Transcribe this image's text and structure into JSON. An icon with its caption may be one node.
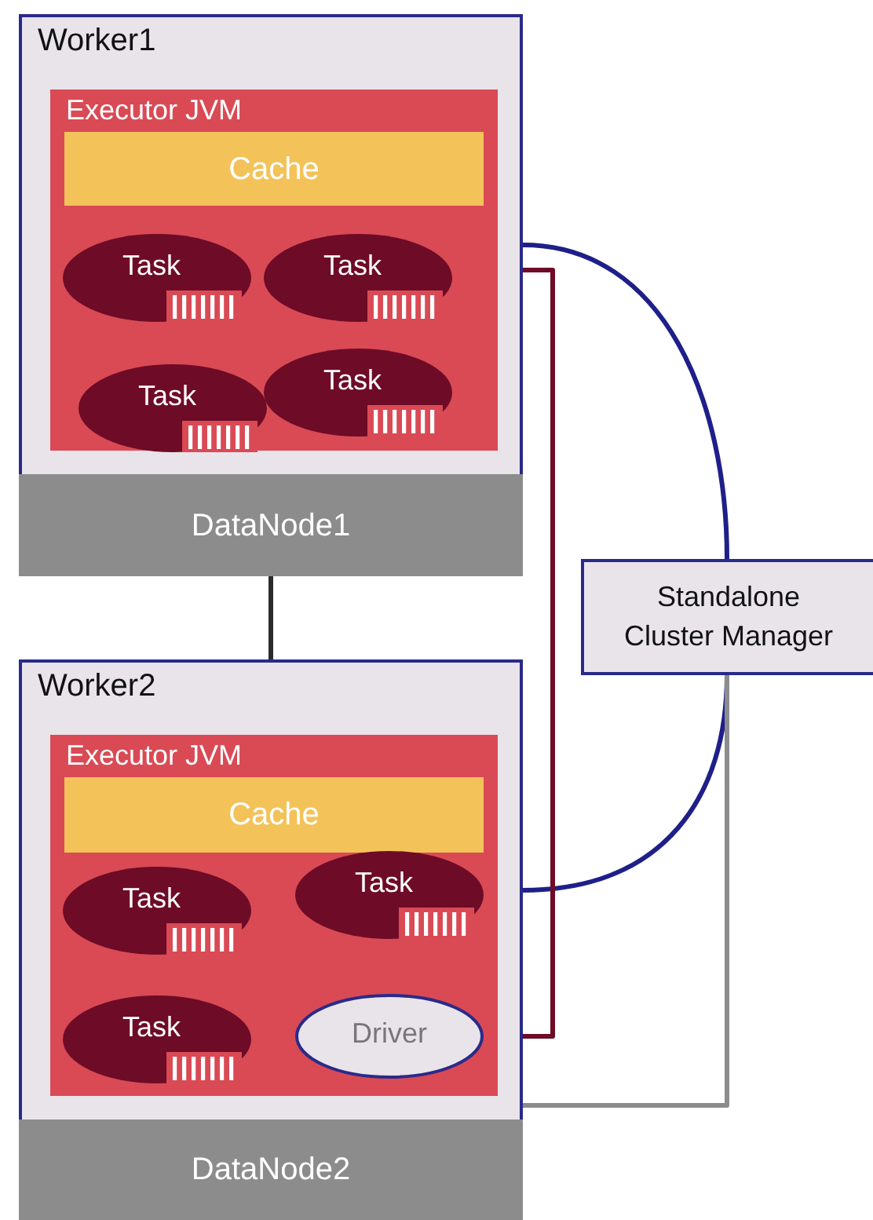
{
  "diagram": {
    "nodes": [
      {
        "text": [
          "Worker1"
        ]
      },
      {
        "text": [
          "Executor JVM"
        ],
        "in": 0
      },
      {
        "text": [
          "Cache"
        ],
        "in": 1
      },
      {
        "text": [
          "Task"
        ],
        "in": 1
      },
      {
        "text": [
          "Task"
        ],
        "in": 1
      },
      {
        "text": [
          "Task"
        ],
        "in": 1
      },
      {
        "text": [
          "Task"
        ],
        "in": 1
      },
      {
        "text": [
          "DataNode1"
        ]
      },
      {
        "text": [
          "Standalone Cluster Manager"
        ]
      },
      {
        "text": [
          "Worker2"
        ]
      },
      {
        "text": [
          "Executor JVM"
        ],
        "in": 9
      },
      {
        "text": [
          "Cache"
        ],
        "in": 10
      },
      {
        "text": [
          "Task"
        ],
        "in": 10
      },
      {
        "text": [
          "Task"
        ],
        "in": 10
      },
      {
        "text": [
          "Task"
        ],
        "in": 10
      },
      {
        "text": [
          "Driver"
        ],
        "in": 10
      },
      {
        "text": [
          "DataNode2"
        ]
      }
    ],
    "edges": [
      {
        "from": 7,
        "to": 9,
        "arrow": "none",
        "color": "#2b2b2b"
      },
      {
        "from": 0,
        "to": 8,
        "arrow": "none"
      },
      {
        "from": 9,
        "to": 8,
        "arrow": "none"
      },
      {
        "from": 1,
        "to": 15,
        "arrow": "none",
        "color": "#6e0b27"
      },
      {
        "from": 15,
        "to": 8,
        "arrow": "none",
        "color": "#8c8c8c"
      }
    ]
  }
}
